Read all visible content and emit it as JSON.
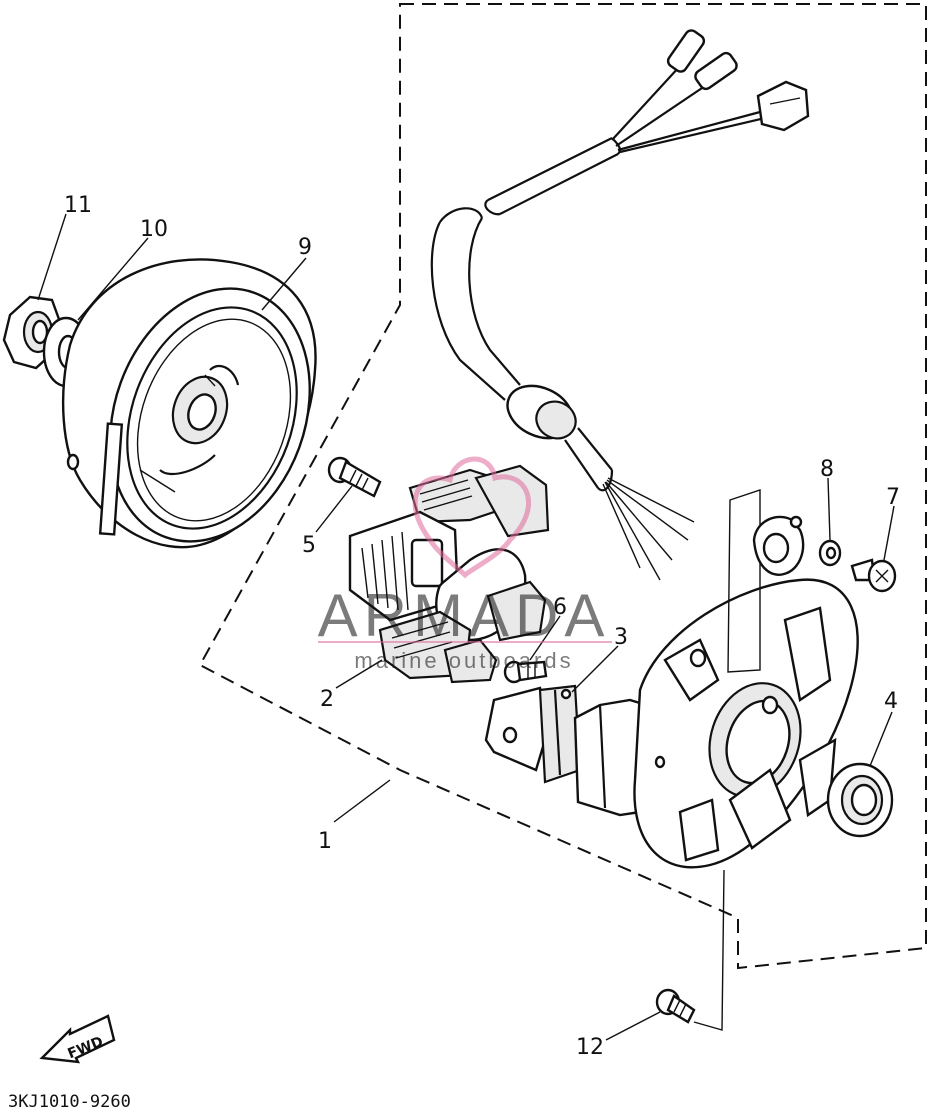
{
  "callouts": {
    "c1": "1",
    "c2": "2",
    "c3": "3",
    "c4": "4",
    "c5": "5",
    "c6": "6",
    "c7": "7",
    "c8": "8",
    "c9": "9",
    "c10": "10",
    "c11": "11",
    "c12": "12"
  },
  "direction_label": "FWD",
  "diagram_code": "3KJ1010-9260",
  "watermark": {
    "brand": "ARMADA",
    "tagline": "marine outboards",
    "color": "#e06a9a"
  }
}
